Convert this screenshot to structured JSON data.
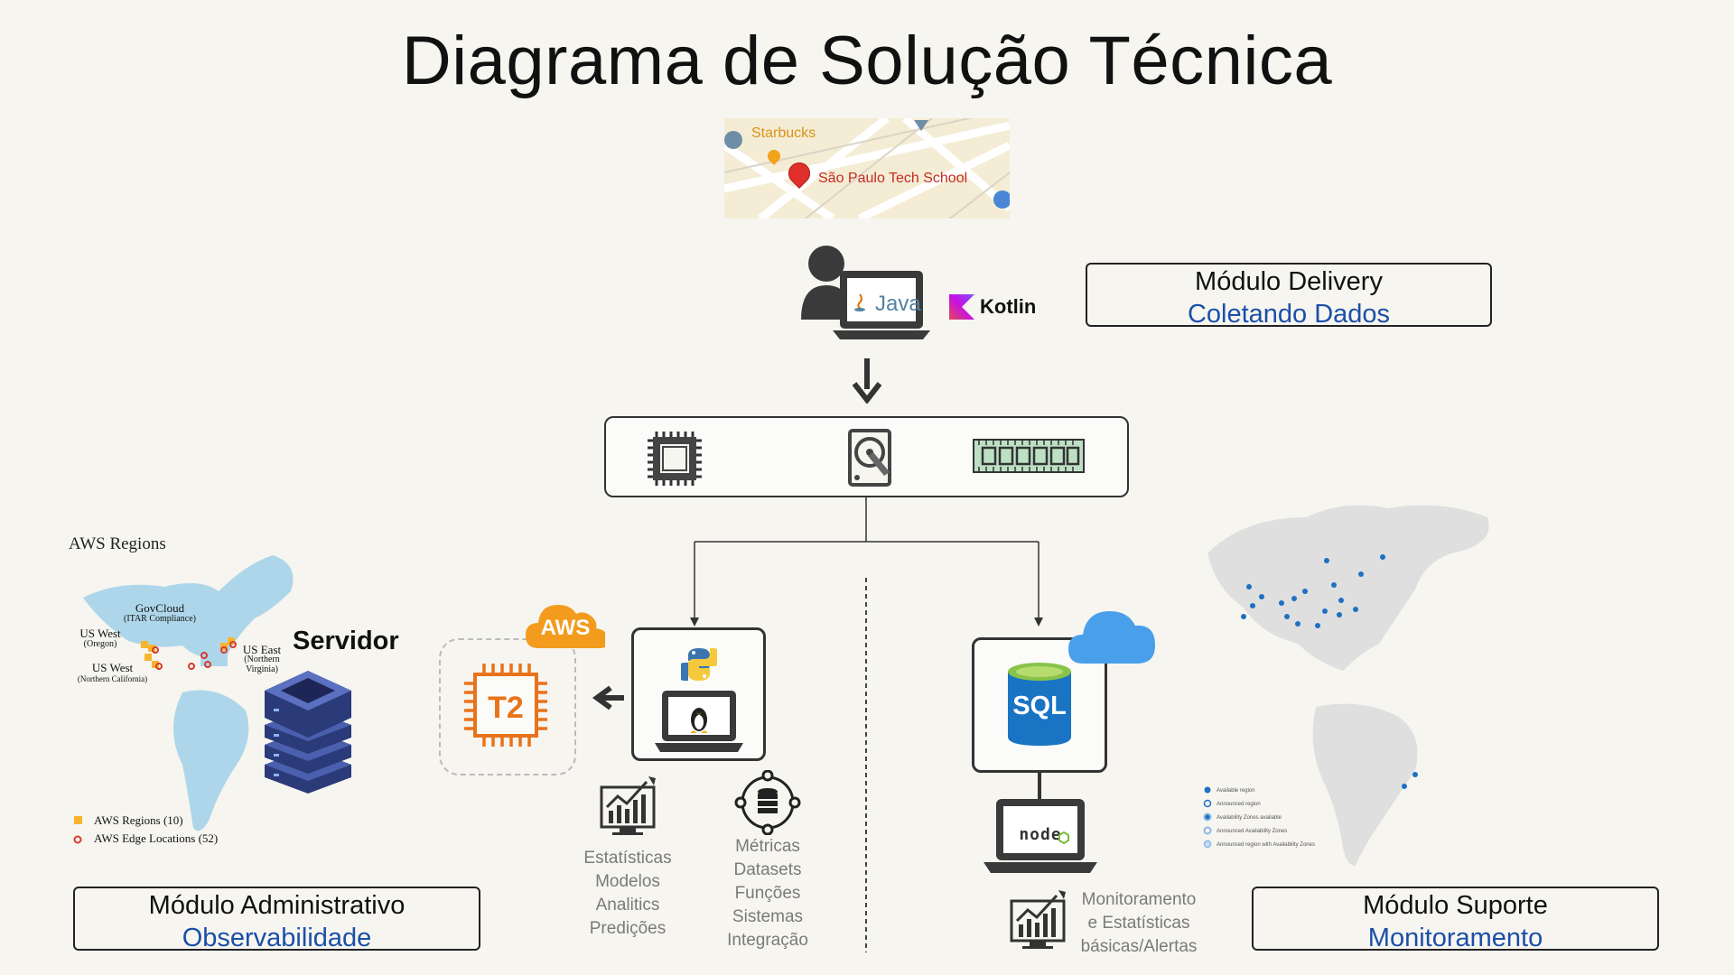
{
  "title": "Diagrama de Solução Técnica",
  "location_map": {
    "poi_1": "Starbucks",
    "poi_2": "São Paulo Tech School"
  },
  "client": {
    "java_label": "Java",
    "kotlin_label": "Kotlin"
  },
  "modules": {
    "delivery": {
      "title": "Módulo Delivery",
      "subtitle": "Coletando Dados"
    },
    "admin": {
      "title": "Módulo Administrativo",
      "subtitle": "Observabilidade"
    },
    "support": {
      "title": "Módulo Suporte",
      "subtitle": "Monitoramento"
    }
  },
  "aws_map": {
    "title": "AWS Regions",
    "labels": {
      "govcloud": "GovCloud",
      "govcloud_sub": "(ITAR Compliance)",
      "us_west_1": "US West",
      "us_west_1_sub": "(Oregon)",
      "us_west_2": "US West",
      "us_west_2_sub": "(Northern California)",
      "us_east": "US East",
      "us_east_sub_1": "(Northern",
      "us_east_sub_2": "Virginia)"
    },
    "legend": [
      "AWS Regions (10)",
      "AWS Edge Locations (52)"
    ]
  },
  "server_label": "Servidor",
  "aws_badge": "AWS",
  "t2_label": "T2",
  "sql_label": "SQL",
  "node_label": "node",
  "python_stack_text": [
    "Estatísticas",
    "Modelos",
    "Analitics",
    "Predições"
  ],
  "db_stack_text": [
    "Métricas",
    "Datasets",
    "Funções",
    "Sistemas",
    "Integração"
  ],
  "monitor_text": [
    "Monitoramento",
    "e Estatísticas",
    "básicas/Alertas"
  ],
  "azure_map": {
    "legend": [
      "Available region",
      "Announced region",
      "Availability Zones available",
      "Announced Availability Zones",
      "Announced region with Availability Zones"
    ]
  },
  "colors": {
    "accent_blue": "#1b4fa8",
    "aws_orange": "#e8731a",
    "server_blue": "#3c4d8c",
    "sql_blue": "#1a74c4",
    "cloud_blue": "#4a9fea"
  }
}
